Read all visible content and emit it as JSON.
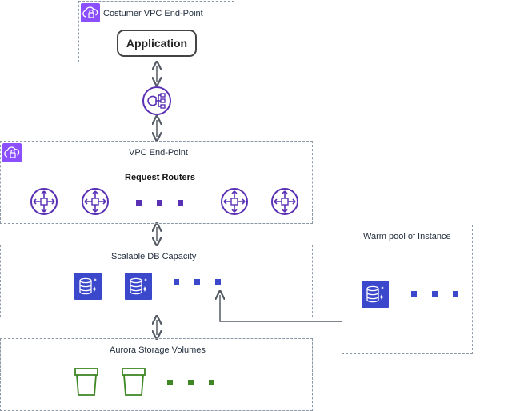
{
  "customer_vpc": {
    "title": "Costumer VPC End-Point",
    "application_label": "Application"
  },
  "vpc_endpoint": {
    "title": "VPC End-Point",
    "routers_label": "Request Routers"
  },
  "db_capacity": {
    "title": "Scalable DB Capacity"
  },
  "warm_pool": {
    "title": "Warm pool of Instance"
  },
  "storage": {
    "title": "Aurora Storage Volumes"
  },
  "colors": {
    "purple": "#8c4fff",
    "router_purple": "#5a30b5",
    "dots_purple": "#5a30b5",
    "db_blue": "#3b48cc",
    "dots_blue": "#3b48cc",
    "storage_green": "#3f8624",
    "border_gray": "#8d98a6",
    "arrow_gray": "#545b64"
  },
  "icons": [
    "vpc-cloud-icon",
    "network-load-balancer-icon",
    "router-icon",
    "rds-database-icon",
    "s3-bucket-icon"
  ]
}
